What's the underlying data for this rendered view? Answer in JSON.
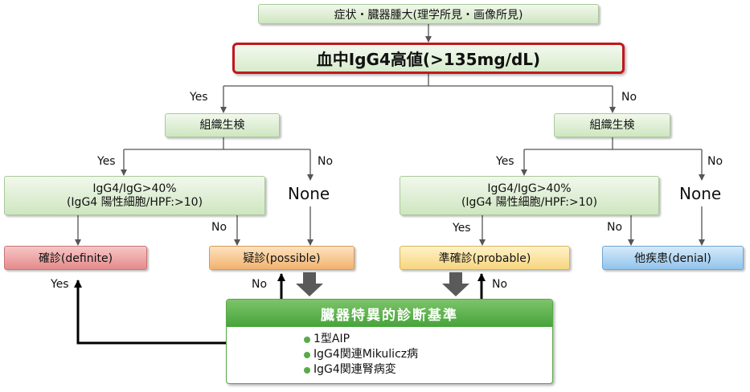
{
  "top_box": "症状・臓器腫大(理学所見・画像所見)",
  "main_box": "血中IgG4高値(>135mg/dL)",
  "left_branch": {
    "yes_label": "Yes",
    "biopsy": "組織生検",
    "yes2_label": "Yes",
    "no2_label": "No",
    "none_text": "None",
    "condition_line1": "IgG4/IgG>40%",
    "condition_line2": "(IgG4 陽性細胞/HPF:>10)",
    "no3_label": "No",
    "definite": "確診(definite)",
    "possible": "疑診(possible)",
    "yes_back_label": "Yes",
    "no_back_label": "No"
  },
  "right_branch": {
    "no_label": "No",
    "biopsy": "組織生検",
    "yes2_label": "Yes",
    "no2_label": "No",
    "none_text": "None",
    "condition_line1": "IgG4/IgG>40%",
    "condition_line2": "(IgG4 陽性細胞/HPF:>10)",
    "yes3_label": "Yes",
    "no3_label": "No",
    "probable": "準確診(probable)",
    "denial": "他疾患(denial)",
    "no_back_label": "No"
  },
  "organ_criteria": {
    "title": "臓器特異的診断基準",
    "items": [
      "1型AIP",
      "IgG4関連Mikulicz病",
      "IgG4関連腎病変"
    ]
  }
}
